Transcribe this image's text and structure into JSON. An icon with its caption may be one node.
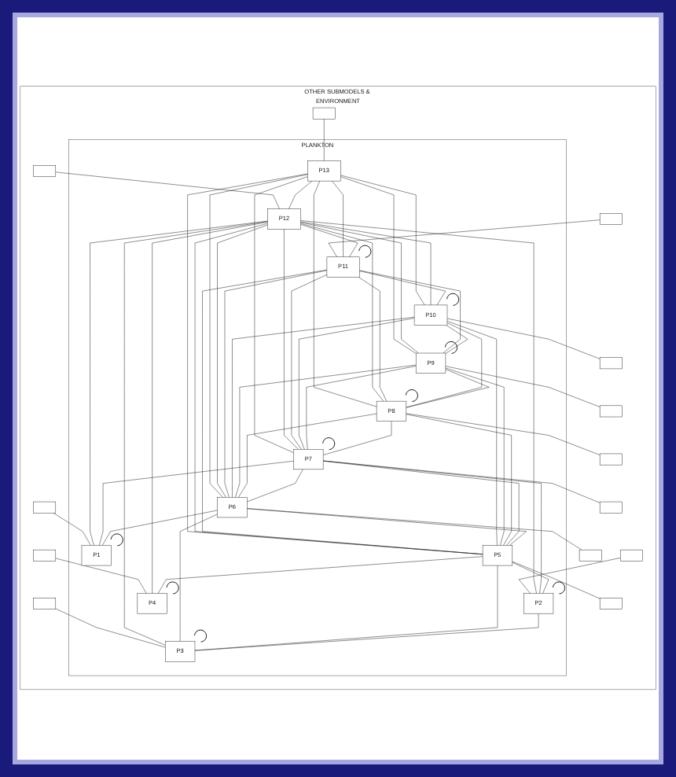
{
  "diagram": {
    "nodes": [
      {
        "text": [
          "OTHER SUBMODELS & ENVIRONMENT"
        ]
      },
      {
        "text": [
          "PLANKTON"
        ],
        "in": 0
      },
      {
        "text": [
          "P1"
        ],
        "in": 1
      },
      {
        "text": [
          "P2"
        ],
        "in": 1
      },
      {
        "text": [
          "P3"
        ],
        "in": 1
      },
      {
        "text": [
          "P4"
        ],
        "in": 1
      },
      {
        "text": [
          "P5"
        ],
        "in": 1
      },
      {
        "text": [
          "P6"
        ],
        "in": 1
      },
      {
        "text": [
          "P7"
        ],
        "in": 1
      },
      {
        "text": [
          "P8"
        ],
        "in": 1
      },
      {
        "text": [
          "P9"
        ],
        "in": 1
      },
      {
        "text": [
          "P10"
        ],
        "in": 1
      },
      {
        "text": [
          "P11"
        ],
        "in": 1
      },
      {
        "text": [
          "P12"
        ],
        "in": 1
      },
      {
        "text": [
          "P13"
        ],
        "in": 1
      },
      {
        "text": [],
        "shape": "box",
        "in": 0
      },
      {
        "text": [],
        "shape": "box",
        "in": 0
      },
      {
        "text": [],
        "shape": "box",
        "in": 0
      },
      {
        "text": [],
        "shape": "box",
        "in": 0
      },
      {
        "text": [],
        "shape": "box",
        "in": 0
      },
      {
        "text": [],
        "shape": "box",
        "in": 0
      },
      {
        "text": [],
        "shape": "box",
        "in": 0
      },
      {
        "text": [],
        "shape": "box",
        "in": 0
      },
      {
        "text": [],
        "shape": "box",
        "in": 0
      },
      {
        "text": [],
        "shape": "box",
        "in": 0
      },
      {
        "text": [],
        "shape": "box",
        "in": 0
      },
      {
        "text": [],
        "shape": "box",
        "in": 0
      },
      {
        "text": [],
        "shape": "box",
        "in": 0
      }
    ],
    "edges": [
      {
        "from": 15,
        "to": 12,
        "arrow": "none"
      },
      {
        "from": 16,
        "to": 13,
        "arrow": "none"
      },
      {
        "from": 17,
        "to": 14,
        "arrow": "none"
      },
      {
        "from": 18,
        "to": 2,
        "arrow": "none"
      },
      {
        "from": 19,
        "to": 3,
        "arrow": "none"
      },
      {
        "from": 20,
        "to": 4,
        "arrow": "none"
      },
      {
        "from": 21,
        "to": 5,
        "arrow": "none"
      },
      {
        "from": 2,
        "to": 2,
        "arrow": "none"
      },
      {
        "from": 3,
        "to": 3,
        "arrow": "none"
      },
      {
        "from": 4,
        "to": 4,
        "arrow": "none"
      },
      {
        "from": 5,
        "to": 5,
        "arrow": "none"
      },
      {
        "from": 12,
        "to": 12,
        "arrow": "none"
      },
      {
        "from": 11,
        "to": 11,
        "arrow": "none"
      },
      {
        "from": 10,
        "to": 10,
        "arrow": "none"
      },
      {
        "from": 9,
        "to": 9,
        "arrow": "none"
      },
      {
        "from": 8,
        "to": 8,
        "arrow": "none"
      },
      {
        "from": 14,
        "to": 13,
        "arrow": "none"
      },
      {
        "from": 14,
        "to": 12,
        "arrow": "none"
      },
      {
        "from": 14,
        "to": 11,
        "arrow": "none"
      },
      {
        "from": 14,
        "to": 10,
        "arrow": "none"
      },
      {
        "from": 14,
        "to": 9,
        "arrow": "none"
      },
      {
        "from": 14,
        "to": 8,
        "arrow": "none"
      },
      {
        "from": 14,
        "to": 7,
        "arrow": "none"
      },
      {
        "from": 14,
        "to": 6,
        "arrow": "none"
      },
      {
        "from": 13,
        "to": 2,
        "arrow": "none"
      },
      {
        "from": 13,
        "to": 3,
        "arrow": "none"
      },
      {
        "from": 13,
        "to": 4,
        "arrow": "none"
      },
      {
        "from": 13,
        "to": 5,
        "arrow": "none"
      },
      {
        "from": 13,
        "to": 12,
        "arrow": "none"
      },
      {
        "from": 13,
        "to": 11,
        "arrow": "none"
      },
      {
        "from": 13,
        "to": 10,
        "arrow": "none"
      },
      {
        "from": 13,
        "to": 9,
        "arrow": "none"
      },
      {
        "from": 13,
        "to": 8,
        "arrow": "none"
      },
      {
        "from": 13,
        "to": 7,
        "arrow": "none"
      },
      {
        "from": 13,
        "to": 6,
        "arrow": "none"
      },
      {
        "from": 12,
        "to": 11,
        "arrow": "none"
      },
      {
        "from": 12,
        "to": 10,
        "arrow": "none"
      },
      {
        "from": 12,
        "to": 9,
        "arrow": "none"
      },
      {
        "from": 12,
        "to": 8,
        "arrow": "none"
      },
      {
        "from": 12,
        "to": 7,
        "arrow": "none"
      },
      {
        "from": 12,
        "to": 6,
        "arrow": "none"
      },
      {
        "from": 11,
        "to": 10,
        "arrow": "none"
      },
      {
        "from": 11,
        "to": 9,
        "arrow": "none"
      },
      {
        "from": 11,
        "to": 8,
        "arrow": "none"
      },
      {
        "from": 11,
        "to": 7,
        "arrow": "none"
      },
      {
        "from": 11,
        "to": 6,
        "arrow": "none"
      },
      {
        "from": 10,
        "to": 9,
        "arrow": "none"
      },
      {
        "from": 10,
        "to": 8,
        "arrow": "none"
      },
      {
        "from": 10,
        "to": 7,
        "arrow": "none"
      },
      {
        "from": 10,
        "to": 6,
        "arrow": "none"
      },
      {
        "from": 9,
        "to": 8,
        "arrow": "none"
      },
      {
        "from": 9,
        "to": 7,
        "arrow": "none"
      },
      {
        "from": 9,
        "to": 6,
        "arrow": "none"
      },
      {
        "from": 8,
        "to": 7,
        "arrow": "none"
      },
      {
        "from": 8,
        "to": 6,
        "arrow": "none"
      },
      {
        "from": 8,
        "to": 2,
        "arrow": "none"
      },
      {
        "from": 8,
        "to": 3,
        "arrow": "none"
      },
      {
        "from": 7,
        "to": 6,
        "arrow": "none"
      },
      {
        "from": 7,
        "to": 4,
        "arrow": "none"
      },
      {
        "from": 7,
        "to": 2,
        "arrow": "none"
      },
      {
        "from": 6,
        "to": 5,
        "arrow": "none"
      },
      {
        "from": 6,
        "to": 4,
        "arrow": "none"
      },
      {
        "from": 6,
        "to": 3,
        "arrow": "none"
      },
      {
        "from": 3,
        "to": 4,
        "arrow": "none"
      },
      {
        "from": 11,
        "to": 22,
        "arrow": "none"
      },
      {
        "from": 10,
        "to": 23,
        "arrow": "none"
      },
      {
        "from": 9,
        "to": 24,
        "arrow": "none"
      },
      {
        "from": 8,
        "to": 25,
        "arrow": "none"
      },
      {
        "from": 7,
        "to": 26,
        "arrow": "none"
      },
      {
        "from": 6,
        "to": 27,
        "arrow": "none"
      }
    ]
  }
}
